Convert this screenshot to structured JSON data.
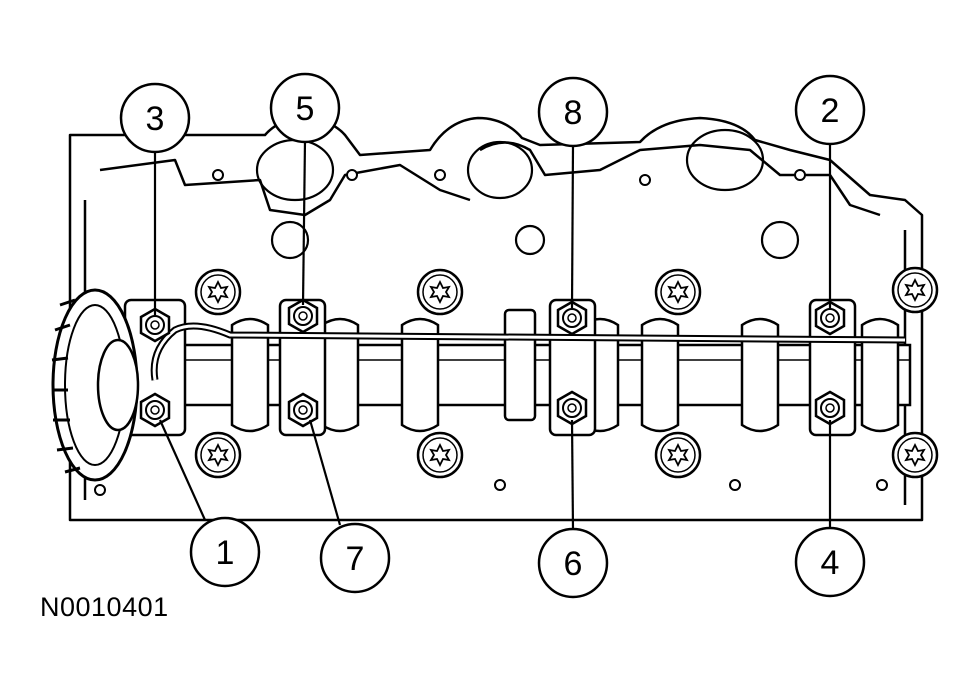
{
  "figure_code": "N0010401",
  "callouts": {
    "c1": "1",
    "c2": "2",
    "c3": "3",
    "c4": "4",
    "c5": "5",
    "c6": "6",
    "c7": "7",
    "c8": "8"
  },
  "colors": {
    "line": "#000000",
    "background": "#ffffff"
  }
}
